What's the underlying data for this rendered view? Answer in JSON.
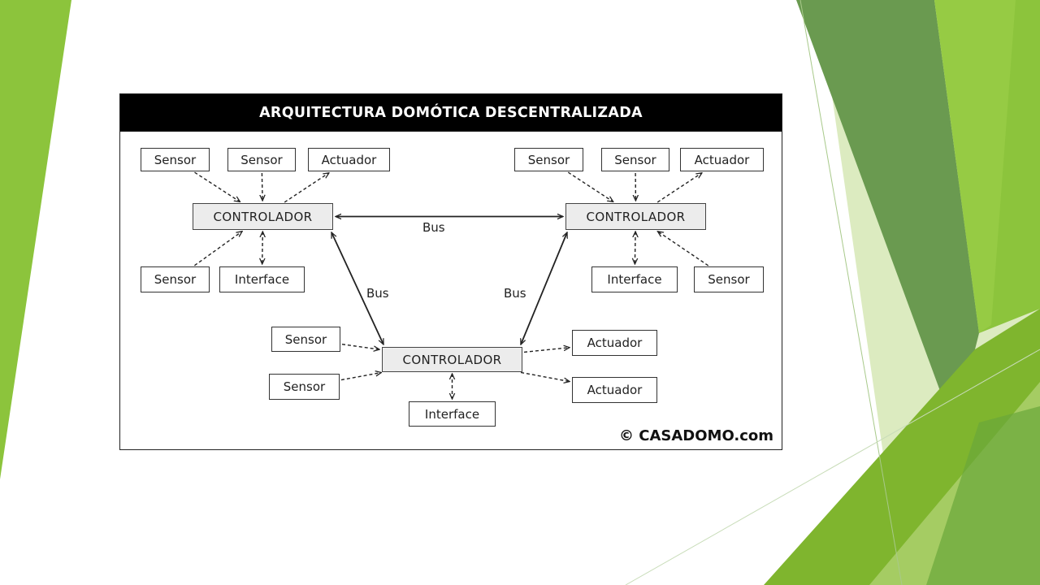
{
  "slide": {
    "colors": {
      "background": "#ffffff",
      "green_light": "#dcebc0",
      "green_mid": "#8cc43c",
      "green_dark": "#6a9a50",
      "green_bright": "#7fb52e"
    }
  },
  "diagram": {
    "title": "ARQUITECTURA DOMÓTICA DESCENTRALIZADA",
    "copyright": "© CASADOMO.com",
    "nodes": {
      "c1": {
        "label": "CONTROLADOR",
        "kind": "controller"
      },
      "c2": {
        "label": "CONTROLADOR",
        "kind": "controller"
      },
      "c3": {
        "label": "CONTROLADOR",
        "kind": "controller"
      },
      "s1": {
        "label": "Sensor",
        "kind": "sensor"
      },
      "s2": {
        "label": "Sensor",
        "kind": "sensor"
      },
      "a1": {
        "label": "Actuador",
        "kind": "actuator"
      },
      "s3": {
        "label": "Sensor",
        "kind": "sensor"
      },
      "i1": {
        "label": "Interface",
        "kind": "interface"
      },
      "s4": {
        "label": "Sensor",
        "kind": "sensor"
      },
      "s5": {
        "label": "Sensor",
        "kind": "sensor"
      },
      "a2": {
        "label": "Actuador",
        "kind": "actuator"
      },
      "i2": {
        "label": "Interface",
        "kind": "interface"
      },
      "s6": {
        "label": "Sensor",
        "kind": "sensor"
      },
      "s7": {
        "label": "Sensor",
        "kind": "sensor"
      },
      "s8": {
        "label": "Sensor",
        "kind": "sensor"
      },
      "a3": {
        "label": "Actuador",
        "kind": "actuator"
      },
      "a4": {
        "label": "Actuador",
        "kind": "actuator"
      },
      "i3": {
        "label": "Interface",
        "kind": "interface"
      }
    },
    "bus_labels": {
      "top": "Bus",
      "left": "Bus",
      "right": "Bus"
    },
    "edges": [
      {
        "from": "c1",
        "to": "c2",
        "style": "solid",
        "direction": "both",
        "label": "top"
      },
      {
        "from": "c1",
        "to": "c3",
        "style": "solid",
        "direction": "both",
        "label": "left"
      },
      {
        "from": "c2",
        "to": "c3",
        "style": "solid",
        "direction": "both",
        "label": "right"
      },
      {
        "from": "s1",
        "to": "c1",
        "style": "dashed",
        "direction": "forward"
      },
      {
        "from": "s2",
        "to": "c1",
        "style": "dashed",
        "direction": "forward"
      },
      {
        "from": "c1",
        "to": "a1",
        "style": "dashed",
        "direction": "forward"
      },
      {
        "from": "s3",
        "to": "c1",
        "style": "dashed",
        "direction": "forward"
      },
      {
        "from": "c1",
        "to": "i1",
        "style": "dashed",
        "direction": "both"
      },
      {
        "from": "s4",
        "to": "c2",
        "style": "dashed",
        "direction": "forward"
      },
      {
        "from": "s5",
        "to": "c2",
        "style": "dashed",
        "direction": "forward"
      },
      {
        "from": "c2",
        "to": "a2",
        "style": "dashed",
        "direction": "forward"
      },
      {
        "from": "c2",
        "to": "i2",
        "style": "dashed",
        "direction": "both"
      },
      {
        "from": "s6",
        "to": "c2",
        "style": "dashed",
        "direction": "forward"
      },
      {
        "from": "s7",
        "to": "c3",
        "style": "dashed",
        "direction": "forward"
      },
      {
        "from": "s8",
        "to": "c3",
        "style": "dashed",
        "direction": "forward"
      },
      {
        "from": "c3",
        "to": "a3",
        "style": "dashed",
        "direction": "forward"
      },
      {
        "from": "c3",
        "to": "a4",
        "style": "dashed",
        "direction": "forward"
      },
      {
        "from": "c3",
        "to": "i3",
        "style": "dashed",
        "direction": "both"
      }
    ]
  }
}
